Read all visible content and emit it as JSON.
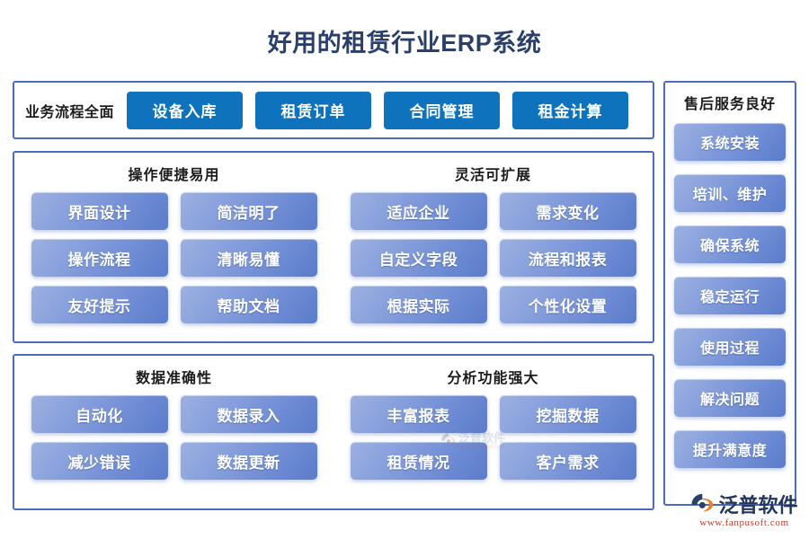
{
  "title": "好用的租赁行业ERP系统",
  "colors": {
    "title": "#2a3f6c",
    "panel_border": "#4a6cc0",
    "solid_button": "#0f72bd",
    "gradient_button_light": "#9db0e0",
    "gradient_button_dark": "#5a7ccb",
    "logo_text": "#23365f",
    "logo_url": "#c0392b"
  },
  "process": {
    "label": "业务流程全面",
    "buttons": [
      {
        "label": "设备入库"
      },
      {
        "label": "租赁订单"
      },
      {
        "label": "合同管理"
      },
      {
        "label": "租金计算"
      }
    ]
  },
  "middle_panel": {
    "groups": [
      {
        "title": "操作便捷易用",
        "items": [
          {
            "label": "界面设计"
          },
          {
            "label": "简洁明了"
          },
          {
            "label": "操作流程"
          },
          {
            "label": "清晰易懂"
          },
          {
            "label": "友好提示"
          },
          {
            "label": "帮助文档"
          }
        ]
      },
      {
        "title": "灵活可扩展",
        "items": [
          {
            "label": "适应企业"
          },
          {
            "label": "需求变化"
          },
          {
            "label": "自定义字段"
          },
          {
            "label": "流程和报表"
          },
          {
            "label": "根据实际"
          },
          {
            "label": "个性化设置"
          }
        ]
      }
    ]
  },
  "bottom_panel": {
    "groups": [
      {
        "title": "数据准确性",
        "items": [
          {
            "label": "自动化"
          },
          {
            "label": "数据录入"
          },
          {
            "label": "减少错误"
          },
          {
            "label": "数据更新"
          }
        ]
      },
      {
        "title": "分析功能强大",
        "items": [
          {
            "label": "丰富报表"
          },
          {
            "label": "挖掘数据"
          },
          {
            "label": "租赁情况"
          },
          {
            "label": "客户需求"
          }
        ]
      }
    ]
  },
  "service_panel": {
    "title": "售后服务良好",
    "items": [
      {
        "label": "系统安装"
      },
      {
        "label": "培训、维护"
      },
      {
        "label": "确保系统"
      },
      {
        "label": "稳定运行"
      },
      {
        "label": "使用过程"
      },
      {
        "label": "解决问题"
      },
      {
        "label": "提升满意度"
      }
    ]
  },
  "logo": {
    "name": "泛普软件",
    "url": "www.fanpusoft.com"
  },
  "watermark": {
    "name": "泛普软件",
    "url": "www.fanpusoft.com"
  }
}
